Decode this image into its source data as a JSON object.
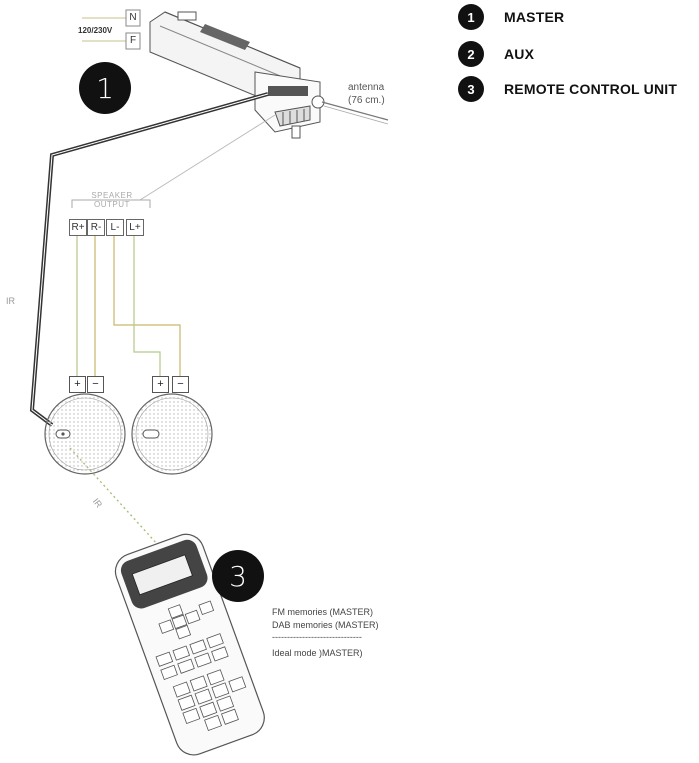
{
  "legend": [
    {
      "num": "1",
      "label": "MASTER"
    },
    {
      "num": "2",
      "label": "AUX"
    },
    {
      "num": "3",
      "label": "REMOTE CONTROL UNIT"
    }
  ],
  "badges": {
    "master": "1",
    "remote": "3"
  },
  "power": {
    "voltage": "120/230V",
    "neutral": "N",
    "phase": "F"
  },
  "antenna": {
    "label": "antenna",
    "length": "(76 cm.)"
  },
  "speaker_output": {
    "title_line1": "SPEAKER",
    "title_line2": "OUTPUT",
    "terminals": [
      "R+",
      "R-",
      "L-",
      "L+"
    ]
  },
  "speaker_polarity": {
    "plus": "+",
    "minus": "−"
  },
  "ir_labels": {
    "cable": "IR",
    "beam": "IR"
  },
  "remote_notes": {
    "line1": "FM memories (MASTER)",
    "line2": "DAB memories (MASTER)",
    "separator": "------------------------------",
    "line3": "Ideal mode )MASTER)"
  },
  "colors": {
    "wire_green": "#b5c98a",
    "wire_olive": "#c8b66a",
    "cable": "#333333",
    "badge": "#111111"
  }
}
